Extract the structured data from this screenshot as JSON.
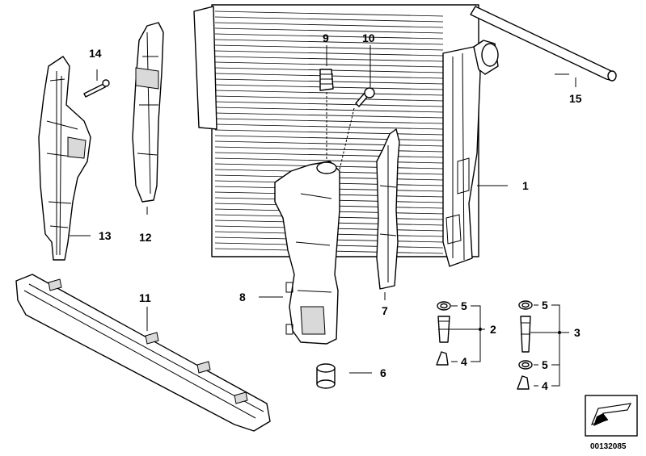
{
  "parts": [
    {
      "id": "1",
      "label": "1"
    },
    {
      "id": "2",
      "label": "2"
    },
    {
      "id": "3",
      "label": "3"
    },
    {
      "id": "4a",
      "label": "4"
    },
    {
      "id": "4b",
      "label": "4"
    },
    {
      "id": "4c",
      "label": "4"
    },
    {
      "id": "5a",
      "label": "5"
    },
    {
      "id": "5b",
      "label": "5"
    },
    {
      "id": "5c",
      "label": "5"
    },
    {
      "id": "6",
      "label": "6"
    },
    {
      "id": "7",
      "label": "7"
    },
    {
      "id": "8",
      "label": "8"
    },
    {
      "id": "9",
      "label": "9"
    },
    {
      "id": "10",
      "label": "10"
    },
    {
      "id": "11",
      "label": "11"
    },
    {
      "id": "12",
      "label": "12"
    },
    {
      "id": "13",
      "label": "13"
    },
    {
      "id": "14",
      "label": "14"
    },
    {
      "id": "15",
      "label": "15"
    }
  ],
  "diagram_code": "00132085"
}
